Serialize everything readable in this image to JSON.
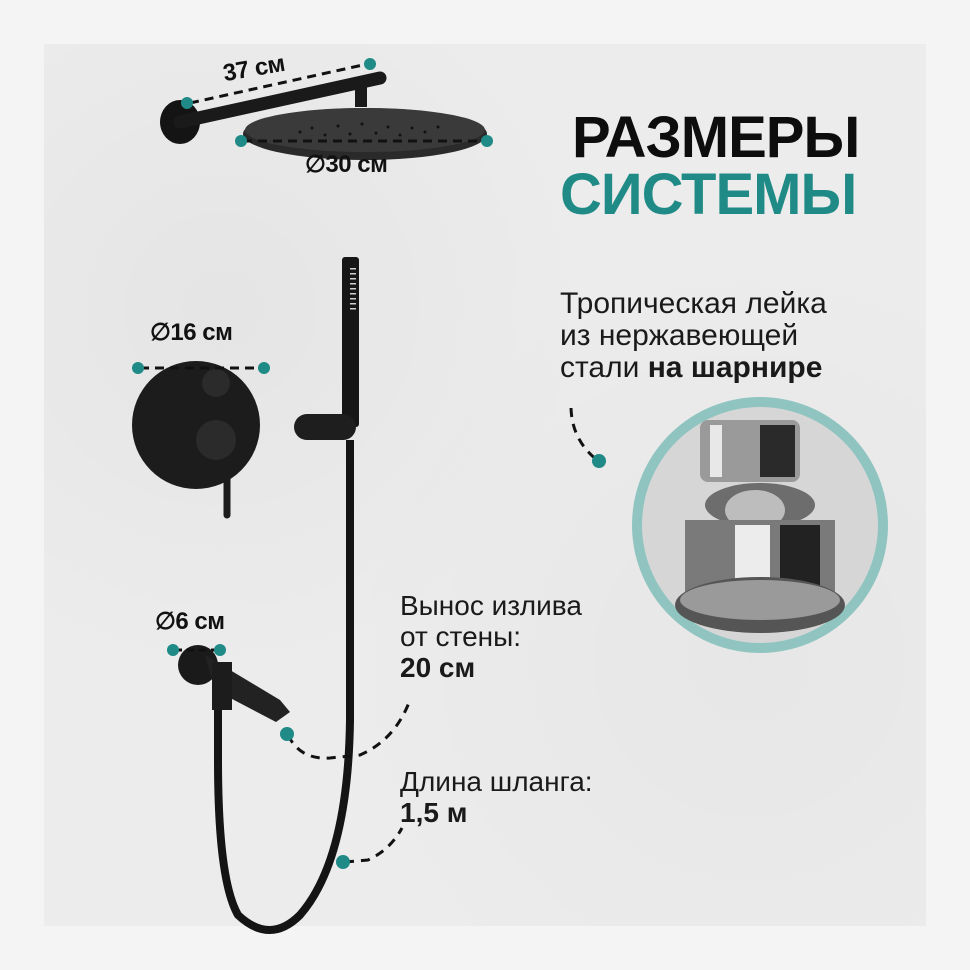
{
  "title": {
    "line1": "РАЗМЕРЫ",
    "line2": "СИСТЕМЫ"
  },
  "colors": {
    "accent": "#1f8a86",
    "text": "#111111",
    "background": "#ececec",
    "border": "#f4f4f4",
    "detail_ring": "#8fc4c0"
  },
  "dimensions": {
    "arm_length": "37 см",
    "head_diameter": "∅30 см",
    "mixer_diameter": "∅16 см",
    "spout_diameter": "∅6 см"
  },
  "feature": {
    "line1": "Тропическая лейка",
    "line2": "из нержавеющей",
    "line3_regular": "стали ",
    "line3_bold": "на шарнире"
  },
  "spout_reach": {
    "line1": "Вынос излива",
    "line2": "от стены:",
    "value": "20 см"
  },
  "hose_length": {
    "label": "Длина шланга:",
    "value": "1,5 м"
  },
  "icons": [
    "rain-shower-head",
    "shower-arm",
    "mixer-panel",
    "hand-shower",
    "bath-spout",
    "shower-hose",
    "ball-joint-detail",
    "dimension-dot"
  ]
}
